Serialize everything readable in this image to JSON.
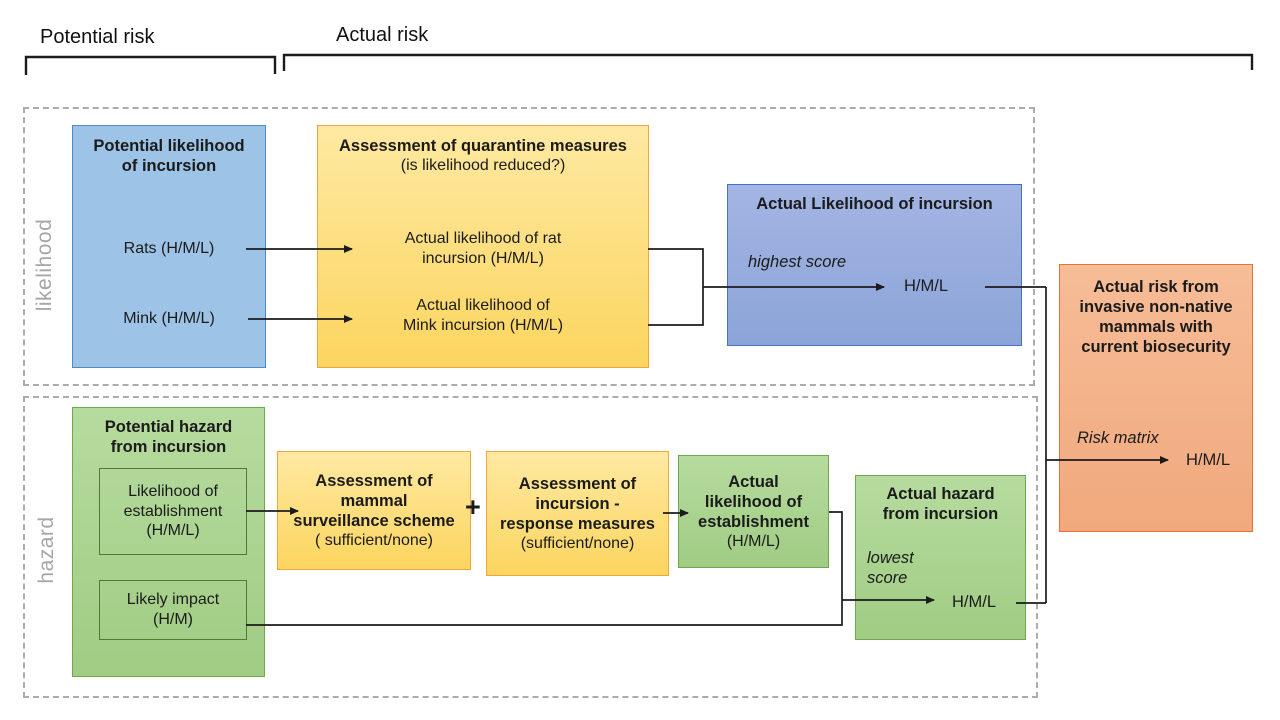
{
  "header": {
    "potential_risk_label": "Potential risk",
    "actual_risk_label": "Actual risk"
  },
  "sections": {
    "likelihood_label": "likelihood",
    "hazard_label": "hazard"
  },
  "boxes": {
    "potential_likelihood": {
      "title": "Potential likelihood\nof incursion",
      "rats": "Rats (H/M/L)",
      "mink": "Mink (H/M/L)"
    },
    "quarantine": {
      "title": "Assessment of quarantine measures",
      "subtitle": "(is likelihood reduced?)",
      "rat_item": "Actual likelihood of rat\nincursion (H/M/L)",
      "mink_item": "Actual likelihood of\nMink incursion (H/M/L)"
    },
    "actual_likelihood": {
      "title": "Actual Likelihood of incursion",
      "annotation": "highest score",
      "value": "H/M/L"
    },
    "potential_hazard": {
      "title": "Potential hazard\nfrom incursion",
      "establishment": "Likelihood of\nestablishment\n(H/M/L)",
      "impact": "Likely impact\n(H/M)"
    },
    "surveillance": {
      "title": "Assessment of\nmammal\nsurveillance scheme",
      "subtitle": "( sufficient/none)"
    },
    "plus_label": "+",
    "response": {
      "title": "Assessment of\nincursion -\nresponse measures",
      "subtitle": "(sufficient/none)"
    },
    "establishment": {
      "title": "Actual\nlikelihood of\nestablishment",
      "subtitle": "(H/M/L)"
    },
    "actual_hazard": {
      "title": "Actual hazard\nfrom incursion",
      "annotation": "lowest\nscore",
      "value": "H/M/L"
    },
    "actual_risk": {
      "title": "Actual risk from\ninvasive non-native\nmammals with\ncurrent biosecurity",
      "annotation": "Risk matrix",
      "value": "H/M/L"
    }
  },
  "colors": {
    "ink": "#1B1B1B",
    "muted": "#A6A6A6",
    "dash": "#ACACAC",
    "blue-fill": "#9DC3E6",
    "blue-border": "#4E8AC8",
    "blue2-top": "#A3B5E3",
    "blue2-bottom": "#8CA4D8",
    "blue2-border": "#4472C4",
    "yellow-top": "#FFE9A2",
    "yellow-bottom": "#FBD55F",
    "yellow-border": "#F2A73B",
    "green-top": "#B6DB9F",
    "green-bottom": "#A0CC83",
    "green-border": "#6DA84E",
    "green-sub-border": "#4E7A34",
    "orange-top": "#F6BD97",
    "orange-bottom": "#F1A87D",
    "orange-border": "#E97132"
  }
}
